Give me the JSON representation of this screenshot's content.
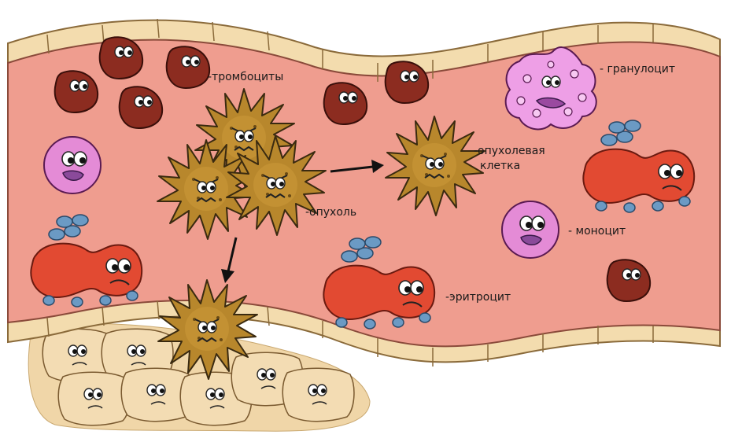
{
  "labels": {
    "platelets": "-тромбоциты",
    "granulocyte": "- гранулоцит",
    "tumor_cell": "-опухолевая",
    "tumor_cell_2": "клетка",
    "tumor": "-опухоль",
    "monocyte": "- моноцит",
    "erythrocyte": "-эритроцит"
  },
  "colors": {
    "vessel_wall": "#f3dcae",
    "vessel_lumen": "#ef9d8f",
    "platelet": "#8c2c20",
    "tumor_cell": "#b9892c",
    "erythrocyte": "#e24a32",
    "erythrocyte_dots": "#6b9ac4",
    "monocyte": "#e48bd6",
    "granulocyte": "#ee9fe6",
    "tissue": "#f0d6a8"
  }
}
